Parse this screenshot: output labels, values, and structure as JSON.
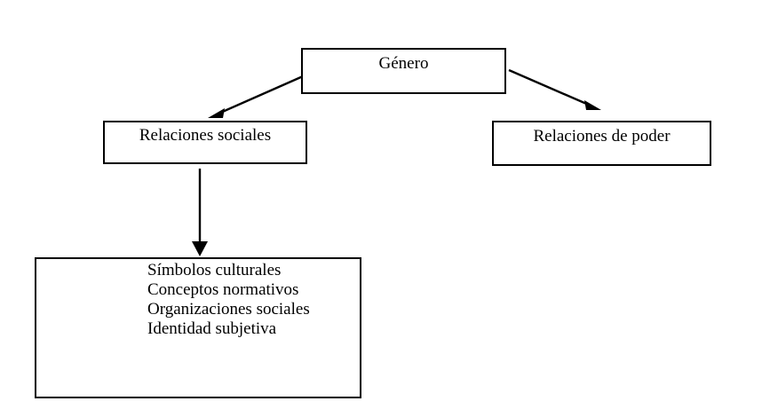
{
  "diagram": {
    "title_node": {
      "id": "genero",
      "label": "Género"
    },
    "branch_left": {
      "id": "relaciones-sociales",
      "label": "Relaciones sociales"
    },
    "branch_right": {
      "id": "relaciones-poder",
      "label": "Relaciones de poder"
    },
    "detail_node": {
      "id": "dimensiones",
      "items": [
        "Símbolos culturales",
        "Conceptos normativos",
        "Organizaciones sociales",
        "Identidad subjetiva"
      ]
    },
    "edges": [
      {
        "name": "edge-genero-to-relaciones-sociales",
        "from": "genero",
        "to": "relaciones-sociales"
      },
      {
        "name": "edge-genero-to-relaciones-poder",
        "from": "genero",
        "to": "relaciones-poder"
      },
      {
        "name": "edge-relaciones-sociales-to-dimensiones",
        "from": "relaciones-sociales",
        "to": "dimensiones"
      }
    ],
    "colors": {
      "stroke": "#000000",
      "background": "#ffffff",
      "text": "#000000"
    }
  }
}
